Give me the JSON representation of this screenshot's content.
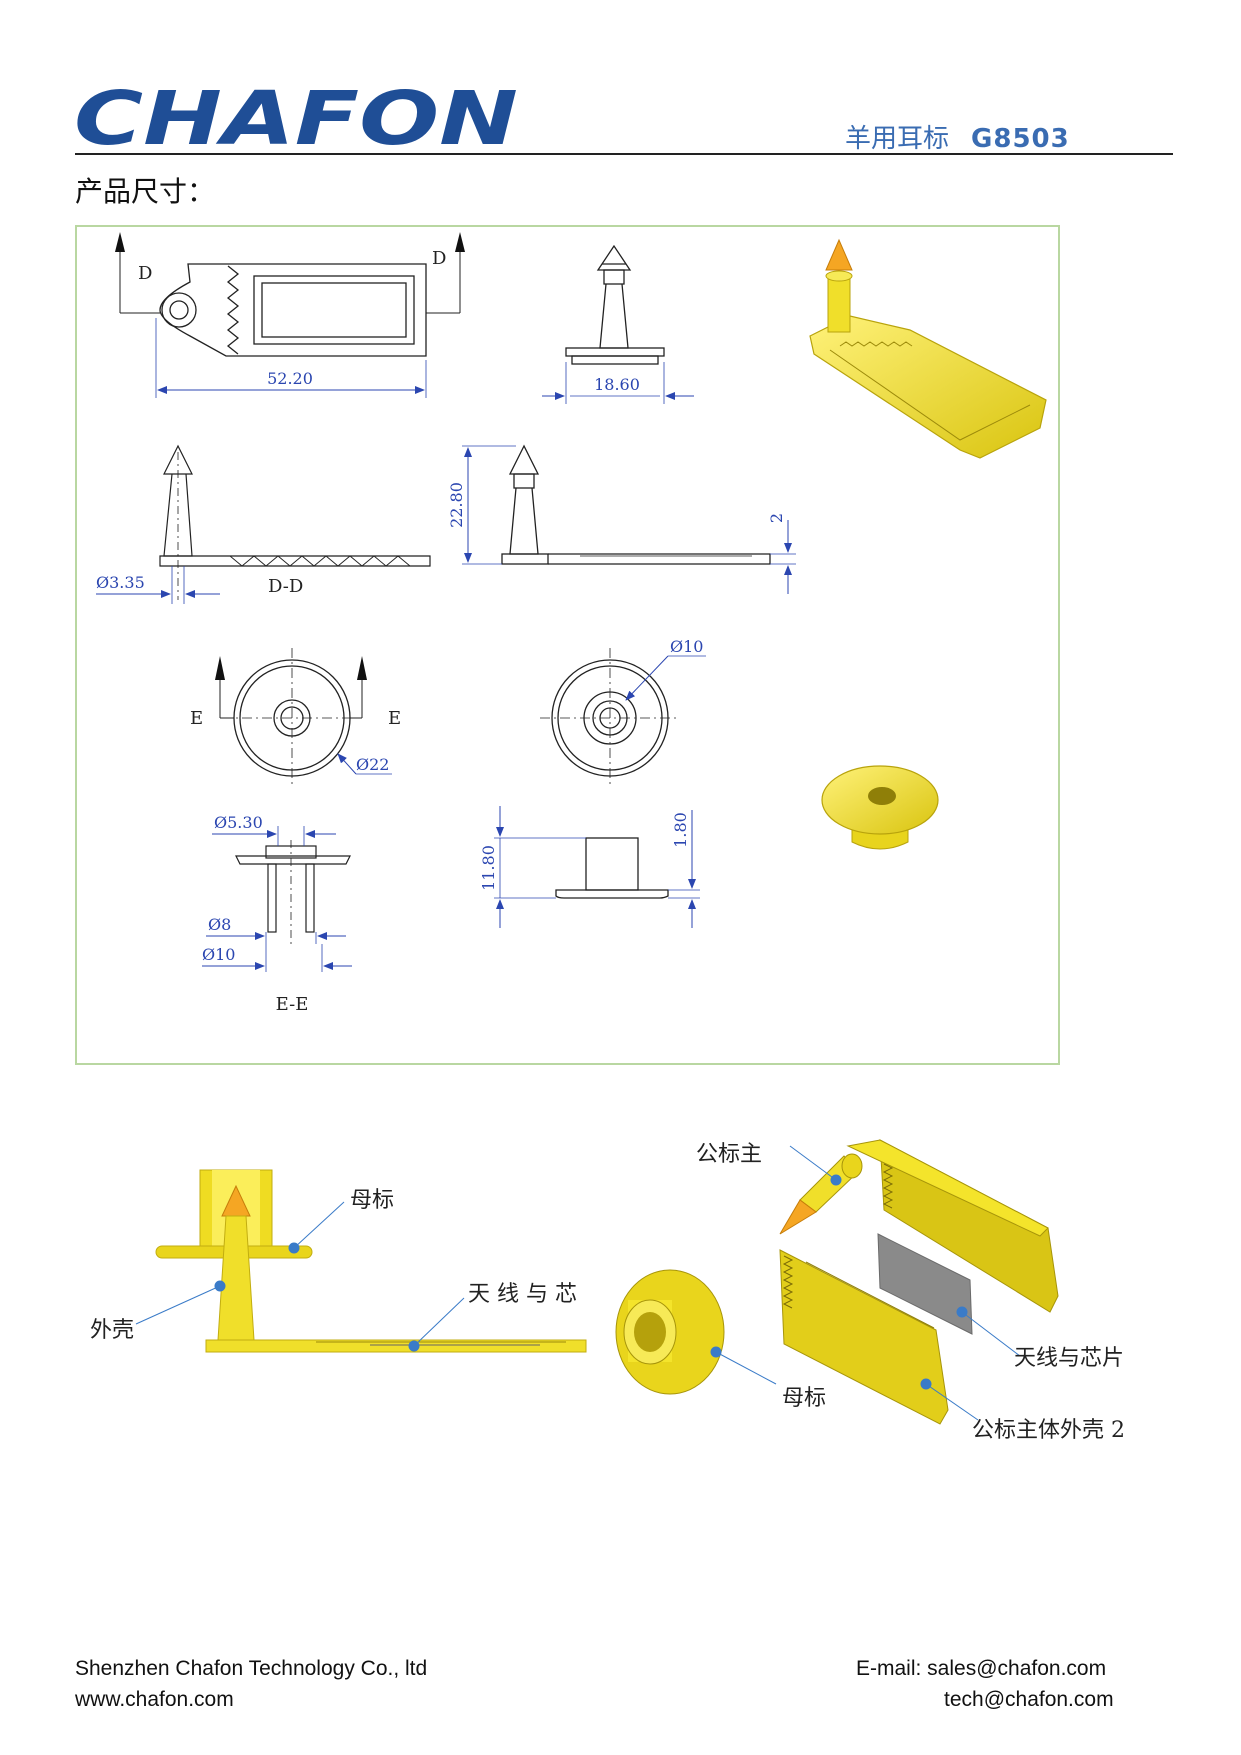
{
  "header": {
    "logo_text": "CHAFON",
    "product_name": "羊用耳标",
    "model": "G8503"
  },
  "section_title": "产品尺寸：",
  "drawing": {
    "section_marks": {
      "d": "D",
      "e": "E"
    },
    "view_labels": {
      "dd": "D-D",
      "ee": "E-E"
    },
    "dimensions": {
      "tag_length": "52.20",
      "base_width": "18.60",
      "pin_diameter": "Ø3.35",
      "male_height": "22.80",
      "tag_thickness": "2",
      "hole_diameter": "Ø10",
      "female_outer_diameter": "Ø22",
      "female_inner_diameter": "Ø5.30",
      "female_shaft_diameter": "Ø8",
      "female_outer_shaft_diameter": "Ø10",
      "female_height": "11.80",
      "female_flange_thickness": "1.80"
    }
  },
  "assembly": {
    "callouts": {
      "female_tag": "母标",
      "shell": "外壳",
      "antenna_chip": "天 线 与 芯",
      "male_main": "公标主",
      "antenna_chip_full": "天线与芯片",
      "female_tag_2": "母标",
      "male_body_shell": "公标主体外壳 2"
    }
  },
  "footer": {
    "company": "Shenzhen Chafon Technology Co., ltd",
    "website": "www.chafon.com",
    "email_sales": "E-mail: sales@chafon.com",
    "email_tech": "tech@chafon.com"
  },
  "colors": {
    "brand_blue": "#1f4e96",
    "title_blue": "#3a6cb2",
    "panel_border": "#b9d7a1",
    "dimension_blue": "#2b46b0",
    "tag_yellow": "#f4e42b",
    "tip_orange": "#f5a623"
  }
}
